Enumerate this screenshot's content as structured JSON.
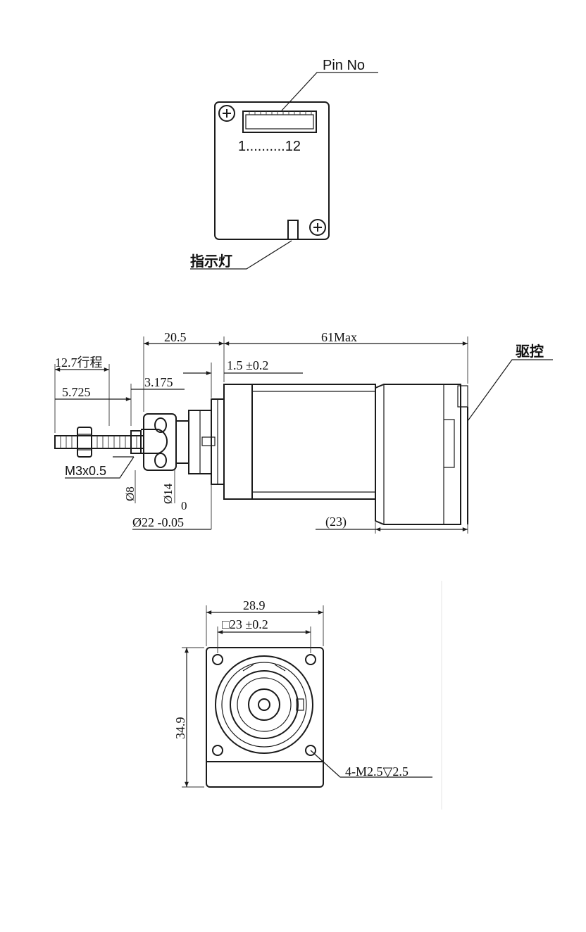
{
  "top_view": {
    "pin_label": "Pin No",
    "pin_range": "1..........12",
    "indicator_label": "指示灯"
  },
  "side_view": {
    "dim_20_5": "20.5",
    "dim_61max": "61Max",
    "driver_label": "驱控",
    "dim_stroke": "12.7行程",
    "dim_1_5": "1.5 ±0.2",
    "dim_5_725": "5.725",
    "dim_3_175": "3.175",
    "thread_label": "M3x0.5",
    "dia_8": "Ø8",
    "dia_14": "Ø14",
    "tol_upper": "0",
    "dia_22": "Ø22 -0.05",
    "dim_23": "(23)"
  },
  "front_view": {
    "dim_28_9": "28.9",
    "dim_23sq": "□23 ±0.2",
    "dim_34_9": "34.9",
    "hole_label": "4-M2.5▽2.5"
  }
}
